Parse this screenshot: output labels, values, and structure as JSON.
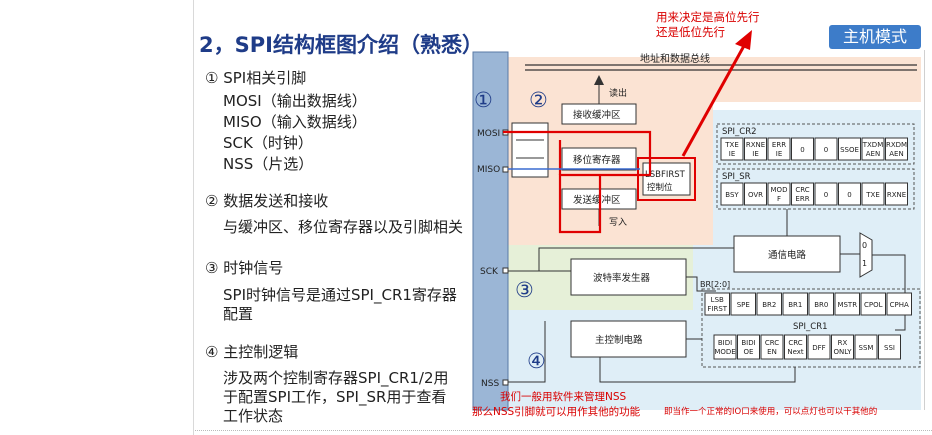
{
  "slide": {
    "title": "2，SPI结构框图介绍（熟悉）",
    "mode_badge": "主机模式",
    "items": [
      {
        "num": "①",
        "heading": "SPI相关引脚",
        "lines": [
          "MOSI（输出数据线）",
          "MISO（输入数据线）",
          "SCK（时钟）",
          "NSS（片选）"
        ]
      },
      {
        "num": "②",
        "heading": "数据发送和接收",
        "lines": [
          "与缓冲区、移位寄存器以及引脚相关"
        ]
      },
      {
        "num": "③",
        "heading": "时钟信号",
        "lines": [
          "SPI时钟信号是通过SPI_CR1寄存器",
          "配置"
        ]
      },
      {
        "num": "④",
        "heading": "主控制逻辑",
        "lines": [
          "涉及两个控制寄存器SPI_CR1/2用",
          "于配置SPI工作，SPI_SR用于查看",
          "工作状态"
        ]
      }
    ]
  },
  "annotations": {
    "top_note_1": "用来决定是高位先行",
    "top_note_2": "还是低位先行",
    "nss_note_1": "我们一般用软件来管理NSS",
    "nss_note_2": "那么NSS引脚就可以用作其他的功能",
    "nss_note_3": "即当作一个正常的IO口来使用，可以点灯也可以干其他的"
  },
  "diagram": {
    "bus_label": "地址和数据总线",
    "region_numbers": [
      "①",
      "②",
      "③",
      "④"
    ],
    "pins": [
      "MOSI",
      "MISO",
      "SCK",
      "NSS"
    ],
    "read_label": "读出",
    "write_label": "写入",
    "rx_buffer": "接收缓冲区",
    "shift_register": "移位寄存器",
    "tx_buffer": "发送缓冲区",
    "lsbfirst_1": "LSBFIRST",
    "lsbfirst_2": "控制位",
    "comm_circuit": "通信电路",
    "baud_gen": "波特率发生器",
    "master_ctrl": "主控制电路",
    "br_label": "BR[2:0]",
    "mux_0": "0",
    "mux_1": "1",
    "cr2": {
      "title": "SPI_CR2",
      "bits": [
        "TXE IE",
        "RXNE IE",
        "ERR IE",
        "0",
        "0",
        "SSOE",
        "TXDM AEN",
        "RXDM AEN"
      ]
    },
    "sr": {
      "title": "SPI_SR",
      "bits": [
        "BSY",
        "OVR",
        "MOD F",
        "CRC ERR",
        "0",
        "0",
        "TXE",
        "RXNE"
      ]
    },
    "cr1": {
      "title": "SPI_CR1",
      "row1": [
        "LSB FIRST",
        "SPE",
        "BR2",
        "BR1",
        "BR0",
        "MSTR",
        "CPOL",
        "CPHA"
      ],
      "row2": [
        "BIDI MODE",
        "BIDI OE",
        "CRC EN",
        "CRC Next",
        "DFF",
        "RX ONLY",
        "SSM",
        "SSI"
      ]
    }
  }
}
